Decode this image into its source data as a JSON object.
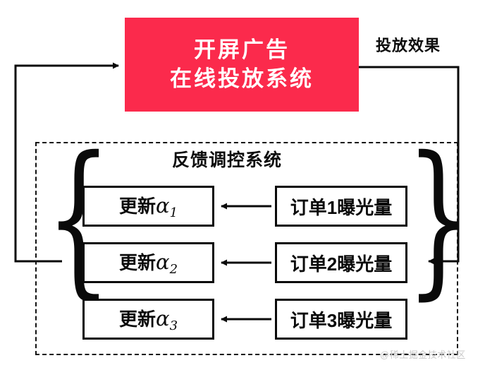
{
  "diagram": {
    "title_system": {
      "line1": "开屏广告",
      "line2": "在线投放系统"
    },
    "effect_label": "投放效果",
    "feedback_title": "反馈调控系统",
    "brace_left_glyph": "{",
    "brace_right_glyph": "}",
    "rows": [
      {
        "update_prefix": "更新",
        "update_symbol": "α",
        "update_index": "1",
        "order_label": "订单1曝光量"
      },
      {
        "update_prefix": "更新",
        "update_symbol": "α",
        "update_index": "2",
        "order_label": "订单2曝光量"
      },
      {
        "update_prefix": "更新",
        "update_symbol": "α",
        "update_index": "3",
        "order_label": "订单3曝光量"
      }
    ],
    "watermark": "@稀土掘金技术社区",
    "colors": {
      "brand_red": "#FB2A4C",
      "stroke": "#0A0A0A",
      "text_on_brand": "#FFFFFF",
      "watermark": "#C9C9C9"
    }
  }
}
